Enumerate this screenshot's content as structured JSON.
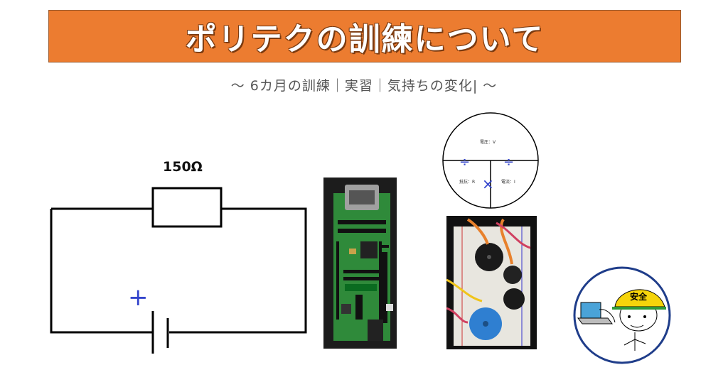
{
  "title": "ポリテクの訓練について",
  "subtitle": "～ 6カ月の訓練｜実習｜気持ちの変化| ～",
  "circuit": {
    "resistance_label": "150Ω",
    "plus_sign": "+"
  },
  "ohm_diagram": {
    "voltage": "電圧：V",
    "resistance": "抵抗：R",
    "current": "電流：I",
    "divide_sign": "÷",
    "multiply_sign": "×"
  },
  "mascot": {
    "helmet_text": "安全"
  },
  "colors": {
    "banner": "#ec7c30",
    "accent_blue": "#3344cc",
    "pcb_green": "#2f8a3a"
  }
}
